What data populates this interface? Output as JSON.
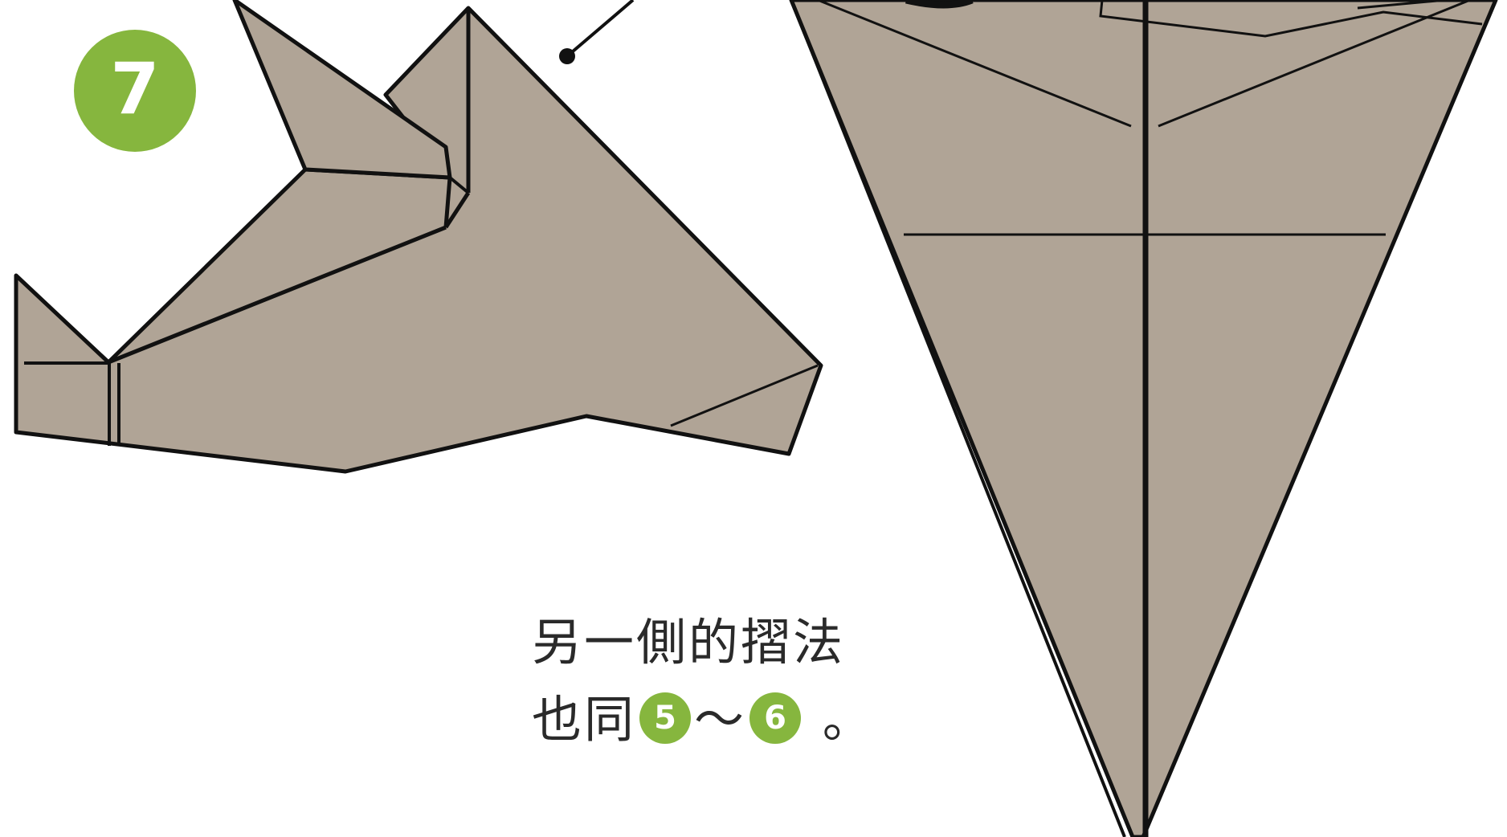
{
  "step": {
    "number": "7"
  },
  "instruction": {
    "line1": "另一側的摺法",
    "line2_prefix": "也同",
    "ref_start": "5",
    "range_sep": "～",
    "ref_end": "6",
    "line2_suffix": " 。"
  },
  "colors": {
    "paper": "#b0a496",
    "crease": "#111111",
    "badge": "#86b63e",
    "text": "#2a2a2a",
    "background": "#ffffff"
  }
}
